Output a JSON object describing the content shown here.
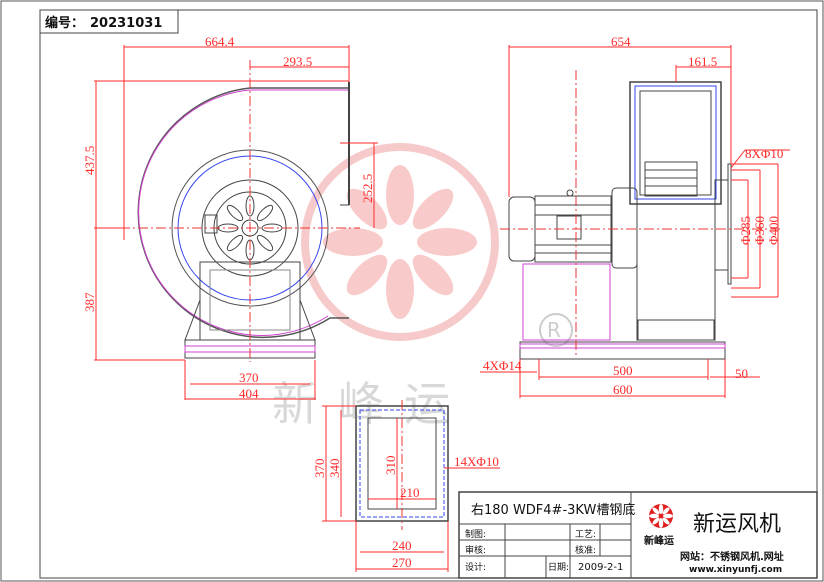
{
  "header": {
    "number_label": "编号：",
    "number_value": "20231031"
  },
  "front_view": {
    "dims": {
      "overall_width": "664.4",
      "outlet_offset": "293.5",
      "overall_height": "437.5",
      "outlet_height": "252.5",
      "center_height": "387",
      "base_inner": "370",
      "base_outer": "404"
    }
  },
  "side_view": {
    "dims": {
      "overall_depth": "654",
      "outlet_depth": "161.5",
      "flange_holes": "8XΦ10",
      "d1": "Φ285",
      "d2": "Φ360",
      "d3": "Φ400",
      "base_holes": "4XΦ14",
      "hole_pitch": "500",
      "base_length": "600",
      "offset": "50"
    }
  },
  "flange_view": {
    "dims": {
      "outer_h": "370",
      "mid_h": "340",
      "inner_h": "310",
      "holes": "14XΦ10",
      "inner_w": "210",
      "mid_w": "240",
      "outer_w": "270"
    }
  },
  "watermark": {
    "brand": "新峰运",
    "registered": "®"
  },
  "title_block": {
    "title": "右180 WDF4#-3KW槽钢底",
    "drawn_label": "制图:",
    "process_label": "工艺:",
    "check_label": "审核:",
    "approve_label": "核准:",
    "design_label": "设计:",
    "date_label": "日期:",
    "date_value": "2009-2-1",
    "company_logo_text": "新峰运",
    "company_name": "新运风机",
    "website_label": "网站：不锈钢风机.网址",
    "website_url": "www.xinyunfj.com"
  },
  "colors": {
    "dimension": "#ff2a2a",
    "outline": "#333333",
    "hidden": "#cc33cc",
    "centerline_blue": "#3344ee",
    "watermark": "#f3b8b8"
  }
}
